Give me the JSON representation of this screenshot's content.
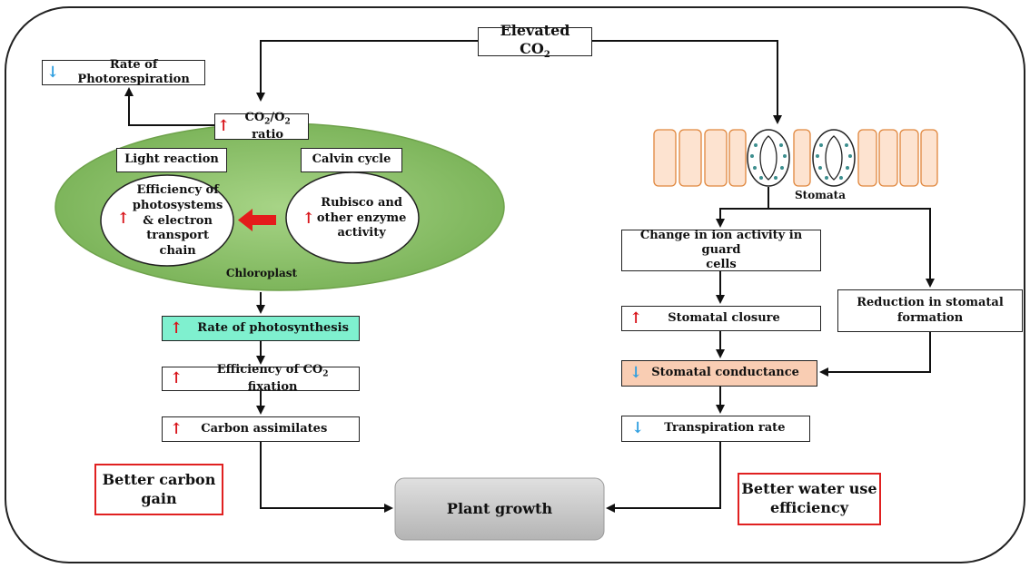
{
  "elevated_co2": {
    "text": "Elevated CO",
    "sub": "2",
    "color": "#f5c55a"
  },
  "photorespiration": {
    "text": "Rate of Photorespiration",
    "arrow": "down"
  },
  "co2_o2_ratio": {
    "a": "CO",
    "a_sub": "2",
    "b": "/O",
    "b_sub": "2",
    "c": " ratio",
    "arrow": "up"
  },
  "light_reaction": {
    "title": "Light reaction",
    "body_line1": "Efficiency of",
    "body_line2": "photosystems",
    "body_line3": "& electron",
    "body_line4": "transport",
    "body_line5": "chain"
  },
  "calvin_cycle": {
    "title": "Calvin cycle",
    "body_line1": "Rubisco and",
    "body_line2": "other enzyme",
    "body_line3": "activity"
  },
  "chloroplast": {
    "label": "Chloroplast",
    "color": "#8fc46a"
  },
  "stomata": {
    "label": "Stomata"
  },
  "left_chain": {
    "photosynthesis": {
      "text": "Rate of photosynthesis",
      "color": "#7ff0cf"
    },
    "co2_fixation": {
      "text": "Efficiency of CO",
      "sub": "2",
      "tail": " fixation"
    },
    "carbon_assimilates": {
      "text": "Carbon assimilates"
    }
  },
  "right_chain": {
    "ion_activity": {
      "line1": "Change in ion activity in guard",
      "line2": "cells"
    },
    "stomatal_closure": {
      "text": "Stomatal closure"
    },
    "stomatal_formation": {
      "line1": "Reduction in stomatal",
      "line2": "formation"
    },
    "stomatal_conductance": {
      "text": "Stomatal conductance",
      "color": "#f9cdb3"
    },
    "transpiration": {
      "text": "Transpiration rate"
    }
  },
  "outcomes": {
    "carbon_gain": {
      "line1": "Better carbon",
      "line2": "gain"
    },
    "water_use": {
      "line1": "Better water use",
      "line2": "efficiency"
    }
  },
  "plant_growth": {
    "text": "Plant growth"
  },
  "arrow_symbols": {
    "up": "🡑",
    "down": "🡓",
    "up_glyph": "↑",
    "down_glyph": "↓"
  }
}
